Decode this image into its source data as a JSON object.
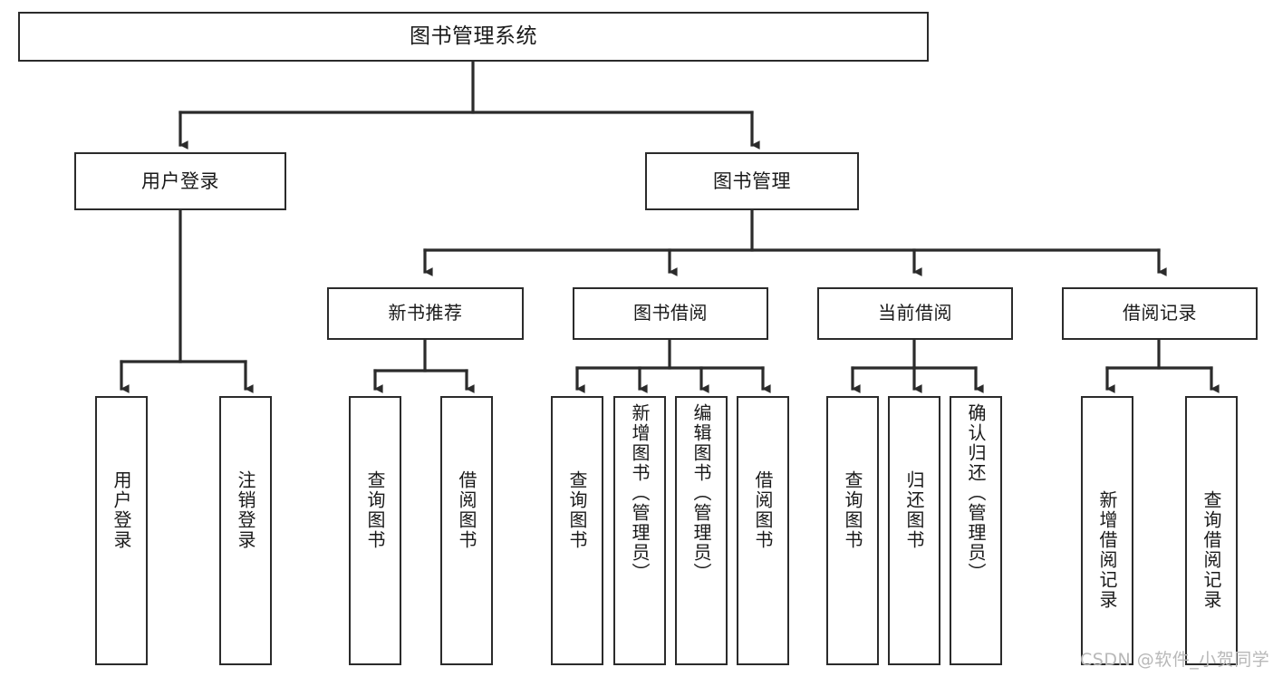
{
  "diagram": {
    "title": "图书管理系统",
    "type": "tree",
    "root": {
      "label": "图书管理系统"
    },
    "level1": [
      {
        "id": "user-login",
        "label": "用户登录"
      },
      {
        "id": "book-management",
        "label": "图书管理"
      }
    ],
    "level2": [
      {
        "id": "new-book-recommend",
        "label": "新书推荐",
        "parent": "book-management"
      },
      {
        "id": "book-borrow",
        "label": "图书借阅",
        "parent": "book-management"
      },
      {
        "id": "current-borrow",
        "label": "当前借阅",
        "parent": "book-management"
      },
      {
        "id": "borrow-record",
        "label": "借阅记录",
        "parent": "book-management"
      }
    ],
    "leaves": [
      {
        "id": "leaf-user-login",
        "label": "用户登录",
        "parent": "user-login"
      },
      {
        "id": "leaf-user-logout",
        "label": "注销登录",
        "parent": "user-login"
      },
      {
        "id": "leaf-query-book-1",
        "label": "查询图书",
        "parent": "new-book-recommend"
      },
      {
        "id": "leaf-borrow-book-1",
        "label": "借阅图书",
        "parent": "new-book-recommend"
      },
      {
        "id": "leaf-query-book-2",
        "label": "查询图书",
        "parent": "book-borrow"
      },
      {
        "id": "leaf-add-book",
        "label": "新增图书（管理员）",
        "parent": "book-borrow"
      },
      {
        "id": "leaf-edit-book",
        "label": "编辑图书（管理员）",
        "parent": "book-borrow"
      },
      {
        "id": "leaf-borrow-book-2",
        "label": "借阅图书",
        "parent": "book-borrow"
      },
      {
        "id": "leaf-query-book-3",
        "label": "查询图书",
        "parent": "current-borrow"
      },
      {
        "id": "leaf-return-book",
        "label": "归还图书",
        "parent": "current-borrow"
      },
      {
        "id": "leaf-confirm-return",
        "label": "确认归还（管理员）",
        "parent": "current-borrow"
      },
      {
        "id": "leaf-add-record",
        "label": "新增借阅记录",
        "parent": "borrow-record"
      },
      {
        "id": "leaf-query-record",
        "label": "查询借阅记录",
        "parent": "borrow-record"
      }
    ],
    "colors": {
      "stroke": "#2b2b2b",
      "fill": "#ffffff",
      "text": "#1a1a1a",
      "watermark": "#b8b8b8"
    }
  },
  "watermark": {
    "text": "CSDN @软件_小贺同学"
  }
}
